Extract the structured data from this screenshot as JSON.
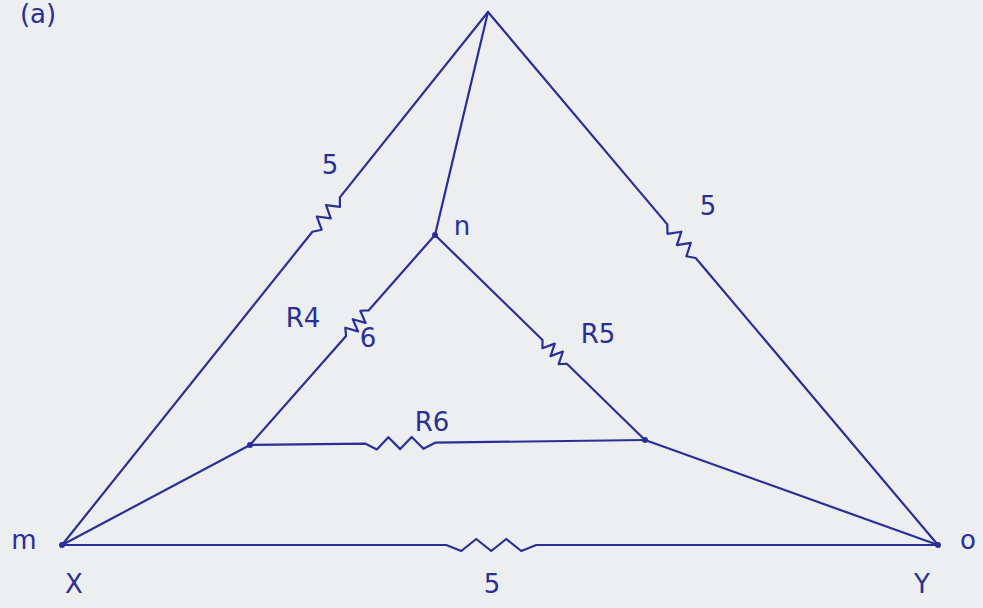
{
  "diagram": {
    "labels": [
      "(a)",
      "5",
      "n",
      "5",
      "R4",
      "6",
      "R5",
      "R6",
      "m",
      "X",
      "5",
      "Y",
      "o"
    ]
  }
}
